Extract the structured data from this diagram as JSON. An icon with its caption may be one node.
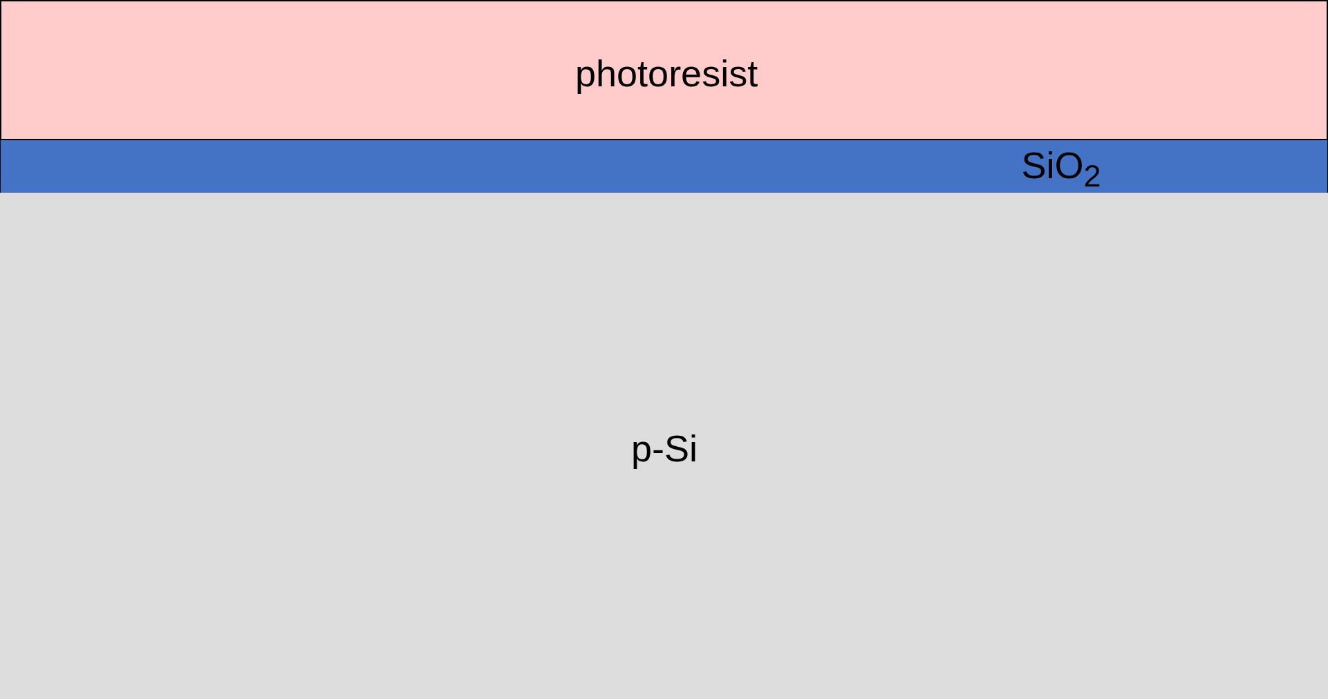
{
  "diagram": {
    "nodes": [
      {
        "text": [
          "photoresist"
        ]
      },
      {
        "text": [
          "SiO$_{2}$"
        ]
      },
      {
        "text": [
          "p-Si"
        ]
      }
    ]
  }
}
